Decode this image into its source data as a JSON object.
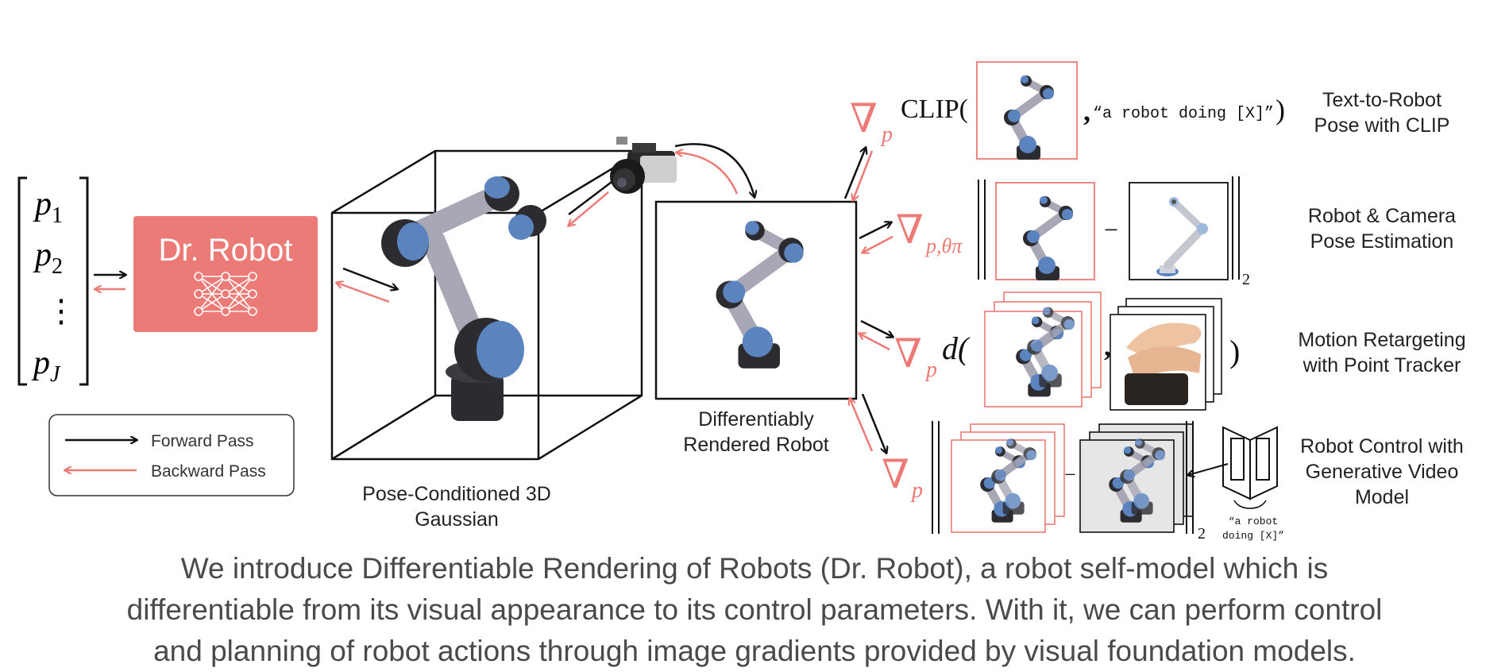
{
  "colors": {
    "accent": "#ec7b77",
    "accent_box": "#ec7b77",
    "robot_blue": "#5b84bf",
    "robot_gray": "#a7a7b5",
    "robot_dark": "#2b2b30",
    "legend_border": "#333333",
    "caption_text": "#4a4a4a"
  },
  "vector": {
    "p1_base": "p",
    "p1_sub": "1",
    "p2_base": "p",
    "p2_sub": "2",
    "vdots": "⋮",
    "pJ_base": "p",
    "pJ_sub": "J"
  },
  "dr_robot": {
    "label": "Dr. Robot",
    "icon": "neural-network-icon"
  },
  "legend": {
    "forward": "Forward Pass",
    "backward": "Backward Pass"
  },
  "labels": {
    "gaussian_line1": "Pose-Conditioned 3D",
    "gaussian_line2": "Gaussian",
    "rendered_line1": "Differentiably",
    "rendered_line2": "Rendered Robot"
  },
  "equations": {
    "nabla": "∇",
    "sub_p": "p",
    "sub_p_theta": "p,θπ",
    "clip_fn": "CLIP(",
    "clip_comma": ",",
    "clip_prompt": "“a robot doing [X]”",
    "close_paren": ")",
    "minus": "−",
    "norm_sub": "2",
    "d_fn": "d(",
    "comma": ",",
    "video_prompt_line1": "“a robot",
    "video_prompt_line2": "doing [X]”"
  },
  "tasks": [
    {
      "line1": "Text-to-Robot",
      "line2": "Pose with CLIP",
      "line3": ""
    },
    {
      "line1": "Robot & Camera",
      "line2": "Pose Estimation",
      "line3": ""
    },
    {
      "line1": "Motion Retargeting",
      "line2": "with Point Tracker",
      "line3": ""
    },
    {
      "line1": "Robot Control with",
      "line2": "Generative Video",
      "line3": "Model"
    }
  ],
  "caption": {
    "line1": "We introduce Differentiable Rendering of Robots (Dr. Robot), a robot self-model which is",
    "line2": "differentiable from its visual appearance to its control parameters. With it, we can perform control",
    "line3": "and planning of robot actions through image gradients provided by visual foundation models."
  }
}
